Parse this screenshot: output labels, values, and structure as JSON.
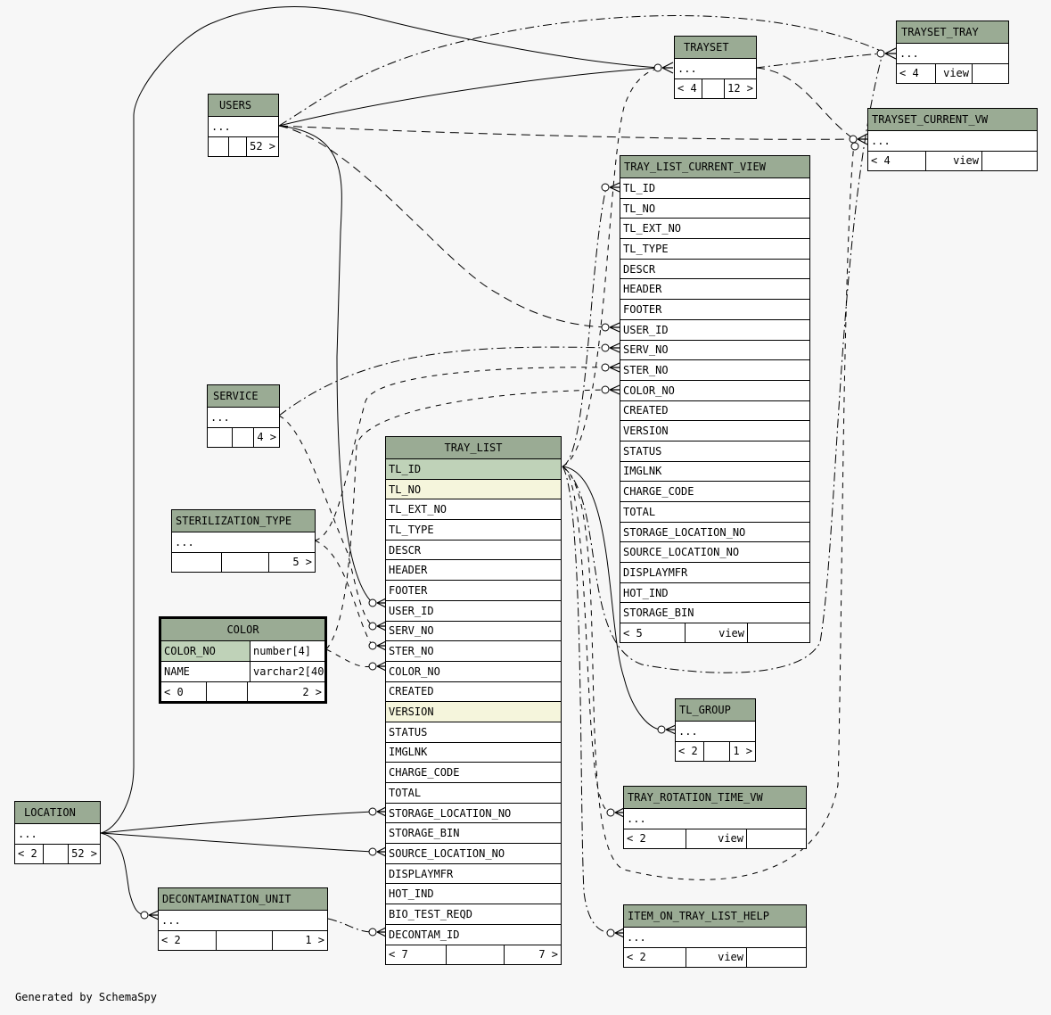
{
  "diagram": {
    "generator_note": "Generated by SchemaSpy",
    "tables": {
      "trayset": {
        "name": "TRAYSET",
        "body": "...",
        "footer": [
          "< 4",
          "",
          "12 >"
        ]
      },
      "trayset_tray": {
        "name": "TRAYSET_TRAY",
        "body": "...",
        "footer": [
          "< 4",
          "view",
          ""
        ]
      },
      "trayset_current_vw": {
        "name": "TRAYSET_CURRENT_VW",
        "body": "...",
        "footer": [
          "< 4",
          "view",
          ""
        ]
      },
      "users": {
        "name": "USERS",
        "body": "...",
        "footer": [
          "",
          "",
          "52 >"
        ]
      },
      "service": {
        "name": "SERVICE",
        "body": "...",
        "footer": [
          "",
          "",
          "4 >"
        ]
      },
      "sterilization_type": {
        "name": "STERILIZATION_TYPE",
        "body": "...",
        "footer": [
          "",
          "",
          "5 >"
        ]
      },
      "color": {
        "name": "COLOR",
        "columns": [
          {
            "name": "COLOR_NO",
            "type": "number[4]"
          },
          {
            "name": "NAME",
            "type": "varchar2[40]"
          }
        ],
        "footer": [
          "< 0",
          "",
          "2 >"
        ]
      },
      "location": {
        "name": "LOCATION",
        "body": "...",
        "footer": [
          "< 2",
          "",
          "52 >"
        ]
      },
      "decontamination_unit": {
        "name": "DECONTAMINATION_UNIT",
        "body": "...",
        "footer": [
          "< 2",
          "",
          "1 >"
        ]
      },
      "tray_list": {
        "name": "TRAY_LIST",
        "columns": [
          "TL_ID",
          "TL_NO",
          "TL_EXT_NO",
          "TL_TYPE",
          "DESCR",
          "HEADER",
          "FOOTER",
          "USER_ID",
          "SERV_NO",
          "STER_NO",
          "COLOR_NO",
          "CREATED",
          "VERSION",
          "STATUS",
          "IMGLNK",
          "CHARGE_CODE",
          "TOTAL",
          "STORAGE_LOCATION_NO",
          "STORAGE_BIN",
          "SOURCE_LOCATION_NO",
          "DISPLAYMFR",
          "HOT_IND",
          "BIO_TEST_REQD",
          "DECONTAM_ID"
        ],
        "footer": [
          "< 7",
          "",
          "7 >"
        ]
      },
      "tray_list_current_view": {
        "name": "TRAY_LIST_CURRENT_VIEW",
        "columns": [
          "TL_ID",
          "TL_NO",
          "TL_EXT_NO",
          "TL_TYPE",
          "DESCR",
          "HEADER",
          "FOOTER",
          "USER_ID",
          "SERV_NO",
          "STER_NO",
          "COLOR_NO",
          "CREATED",
          "VERSION",
          "STATUS",
          "IMGLNK",
          "CHARGE_CODE",
          "TOTAL",
          "STORAGE_LOCATION_NO",
          "SOURCE_LOCATION_NO",
          "DISPLAYMFR",
          "HOT_IND",
          "STORAGE_BIN"
        ],
        "footer": [
          "< 5",
          "view",
          ""
        ]
      },
      "tl_group": {
        "name": "TL_GROUP",
        "body": "...",
        "footer": [
          "< 2",
          "",
          "1 >"
        ]
      },
      "tray_rotation_time_vw": {
        "name": "TRAY_ROTATION_TIME_VW",
        "body": "...",
        "footer": [
          "< 2",
          "view",
          ""
        ]
      },
      "item_on_tray_list_help": {
        "name": "ITEM_ON_TRAY_LIST_HELP",
        "body": "...",
        "footer": [
          "< 2",
          "view",
          ""
        ]
      }
    },
    "colors": {
      "header": "#9aab94",
      "primary_key": "#bfd2b8",
      "indexed": "#f5f5dc",
      "background": "#f7f7f7"
    }
  }
}
